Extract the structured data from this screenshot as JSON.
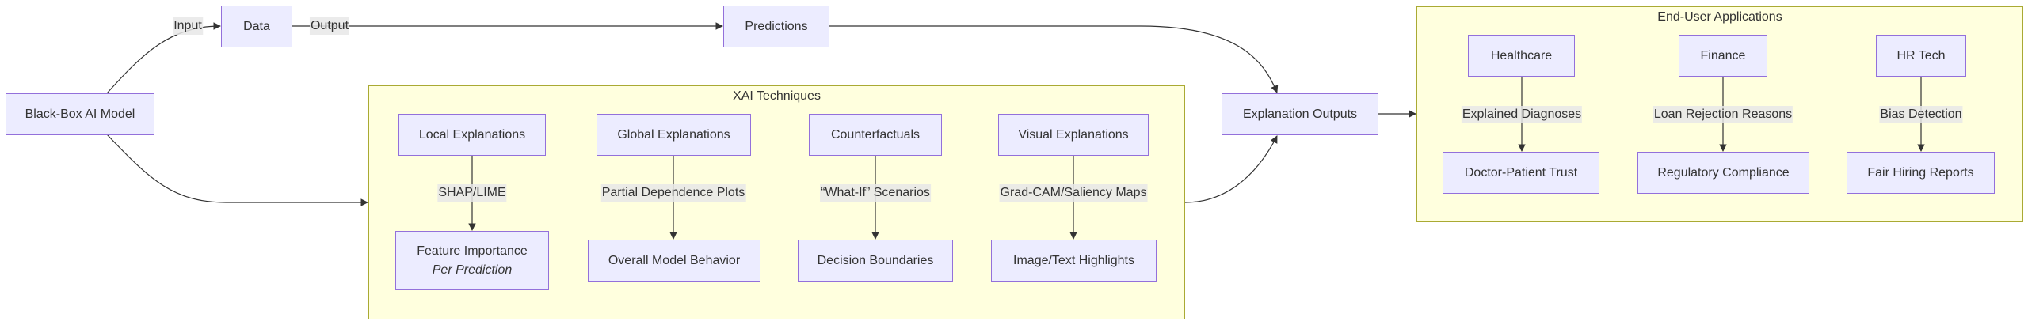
{
  "nodes": {
    "black_box": "Black-Box AI Model",
    "data": "Data",
    "predictions": "Predictions",
    "explanation_outputs": "Explanation Outputs"
  },
  "edge_labels": {
    "input": "Input",
    "output": "Output"
  },
  "xai": {
    "title": "XAI Techniques",
    "columns": [
      {
        "top": "Local Explanations",
        "label": "SHAP/LIME",
        "bottom": "Feature Importance",
        "bottom_sub": "Per Prediction"
      },
      {
        "top": "Global Explanations",
        "label": "Partial Dependence Plots",
        "bottom": "Overall Model Behavior"
      },
      {
        "top": "Counterfactuals",
        "label": "“What-If” Scenarios",
        "bottom": "Decision Boundaries"
      },
      {
        "top": "Visual Explanations",
        "label": "Grad-CAM/Saliency Maps",
        "bottom": "Image/Text Highlights"
      }
    ]
  },
  "apps": {
    "title": "End-User Applications",
    "columns": [
      {
        "top": "Healthcare",
        "label": "Explained Diagnoses",
        "bottom": "Doctor-Patient Trust"
      },
      {
        "top": "Finance",
        "label": "Loan Rejection Reasons",
        "bottom": "Regulatory Compliance"
      },
      {
        "top": "HR Tech",
        "label": "Bias Detection",
        "bottom": "Fair Hiring Reports"
      }
    ]
  },
  "colors": {
    "node_fill": "#ECECFF",
    "node_stroke": "#9370DB",
    "cluster_fill": "#FFFFDE",
    "cluster_stroke": "#AAAA33",
    "edge": "#333333"
  }
}
